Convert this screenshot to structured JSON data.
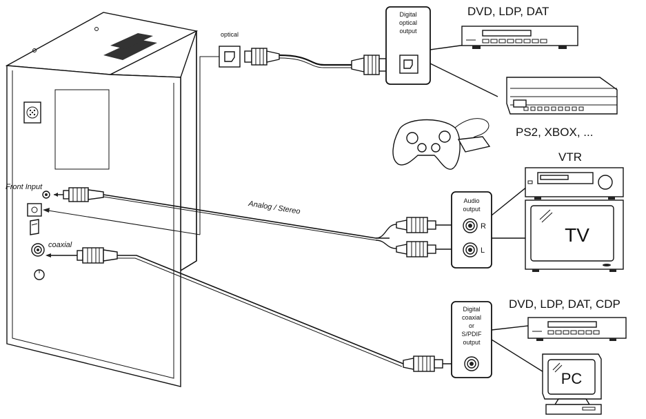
{
  "labels": {
    "optical_port": "optical",
    "digital_optical_box": [
      "Digital",
      "optical",
      "output"
    ],
    "dvd_ldp_dat": "DVD, LDP, DAT",
    "ps2_xbox": "PS2, XBOX, ...",
    "vtr": "VTR",
    "front_input": "Front Input",
    "analog_stereo": "Analog / Stereo",
    "audio_output_box": [
      "Audio",
      "output"
    ],
    "right": "R",
    "left": "L",
    "tv": "TV",
    "coaxial_port": "coaxial",
    "digital_coaxial_box": [
      "Digital",
      "coaxial",
      "or",
      "S/PDIF",
      "output"
    ],
    "dvd_ldp_dat_cdp": "DVD, LDP, DAT, CDP",
    "pc": "PC"
  }
}
